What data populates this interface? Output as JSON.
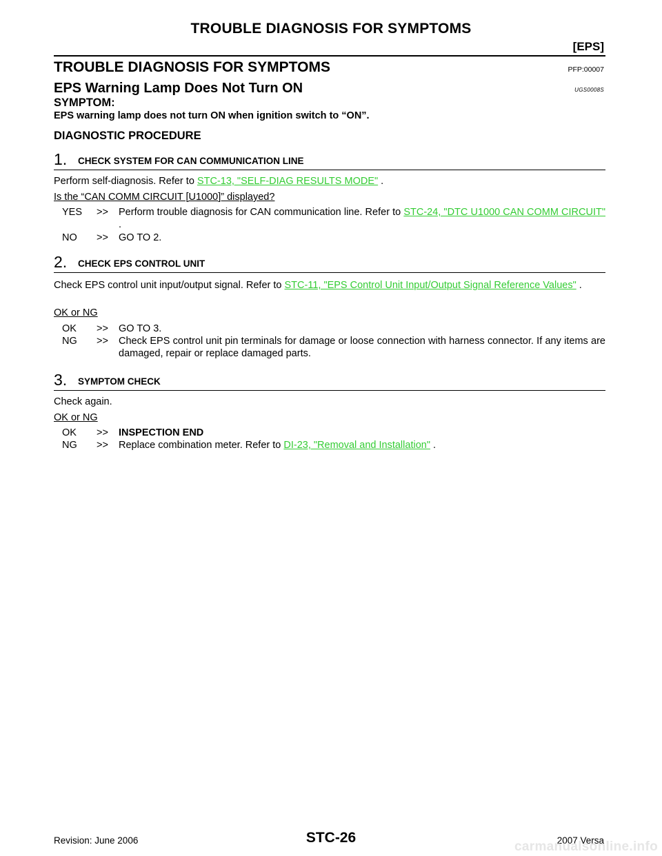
{
  "header": {
    "title": "TROUBLE DIAGNOSIS FOR SYMPTOMS",
    "section": "[EPS]"
  },
  "section_heading": {
    "title": "TROUBLE DIAGNOSIS FOR SYMPTOMS",
    "code": "PFP:00007"
  },
  "subsection": {
    "title": "EPS Warning Lamp Does Not Turn ON",
    "code": "UGS0008S"
  },
  "symptom": {
    "label": "SYMPTOM:",
    "text": "EPS warning lamp does not turn ON when ignition switch to “ON”."
  },
  "procedure_label": "DIAGNOSTIC PROCEDURE",
  "steps": [
    {
      "number": "1.",
      "title": "CHECK SYSTEM FOR CAN COMMUNICATION LINE",
      "text_before": "Perform self-diagnosis. Refer to ",
      "link": "STC-13, \"SELF-DIAG RESULTS MODE\"",
      "text_after": " .",
      "question": "Is the “CAN COMM CIRCUIT [U1000]” displayed?",
      "responses": [
        {
          "key": "YES",
          "arrow": ">>",
          "text": "Perform trouble diagnosis for CAN communication line. Refer to ",
          "link": "STC-24, \"DTC U1000 CAN COMM CIRCUIT\"",
          "after": " ."
        },
        {
          "key": "NO",
          "arrow": ">>",
          "text": "GO TO 2."
        }
      ]
    },
    {
      "number": "2.",
      "title": "CHECK EPS CONTROL UNIT",
      "text_before": "Check EPS control unit input/output signal. Refer to ",
      "link": "STC-11, \"EPS Control Unit Input/Output Signal Reference Values\"",
      "text_after": " .",
      "question": "OK or NG",
      "responses": [
        {
          "key": "OK",
          "arrow": ">>",
          "text": "GO TO 3."
        },
        {
          "key": "NG",
          "arrow": ">>",
          "text": "Check EPS control unit pin terminals for damage or loose connection with harness connector. If any items are damaged, repair or replace damaged parts."
        }
      ]
    },
    {
      "number": "3.",
      "title": "SYMPTOM CHECK",
      "text": "Check again.",
      "question": "OK or NG",
      "responses": [
        {
          "key": "OK",
          "arrow": ">>",
          "text": "INSPECTION END"
        },
        {
          "key": "NG",
          "arrow": ">>",
          "text": "Replace combination meter. Refer to ",
          "link": "DI-23, \"Removal and Installation\"",
          "after": " ."
        }
      ]
    }
  ],
  "footer": {
    "revision": "Revision: June 2006",
    "page": "STC-26",
    "model": "2007 Versa"
  },
  "watermark": "carmanualsonline.info"
}
